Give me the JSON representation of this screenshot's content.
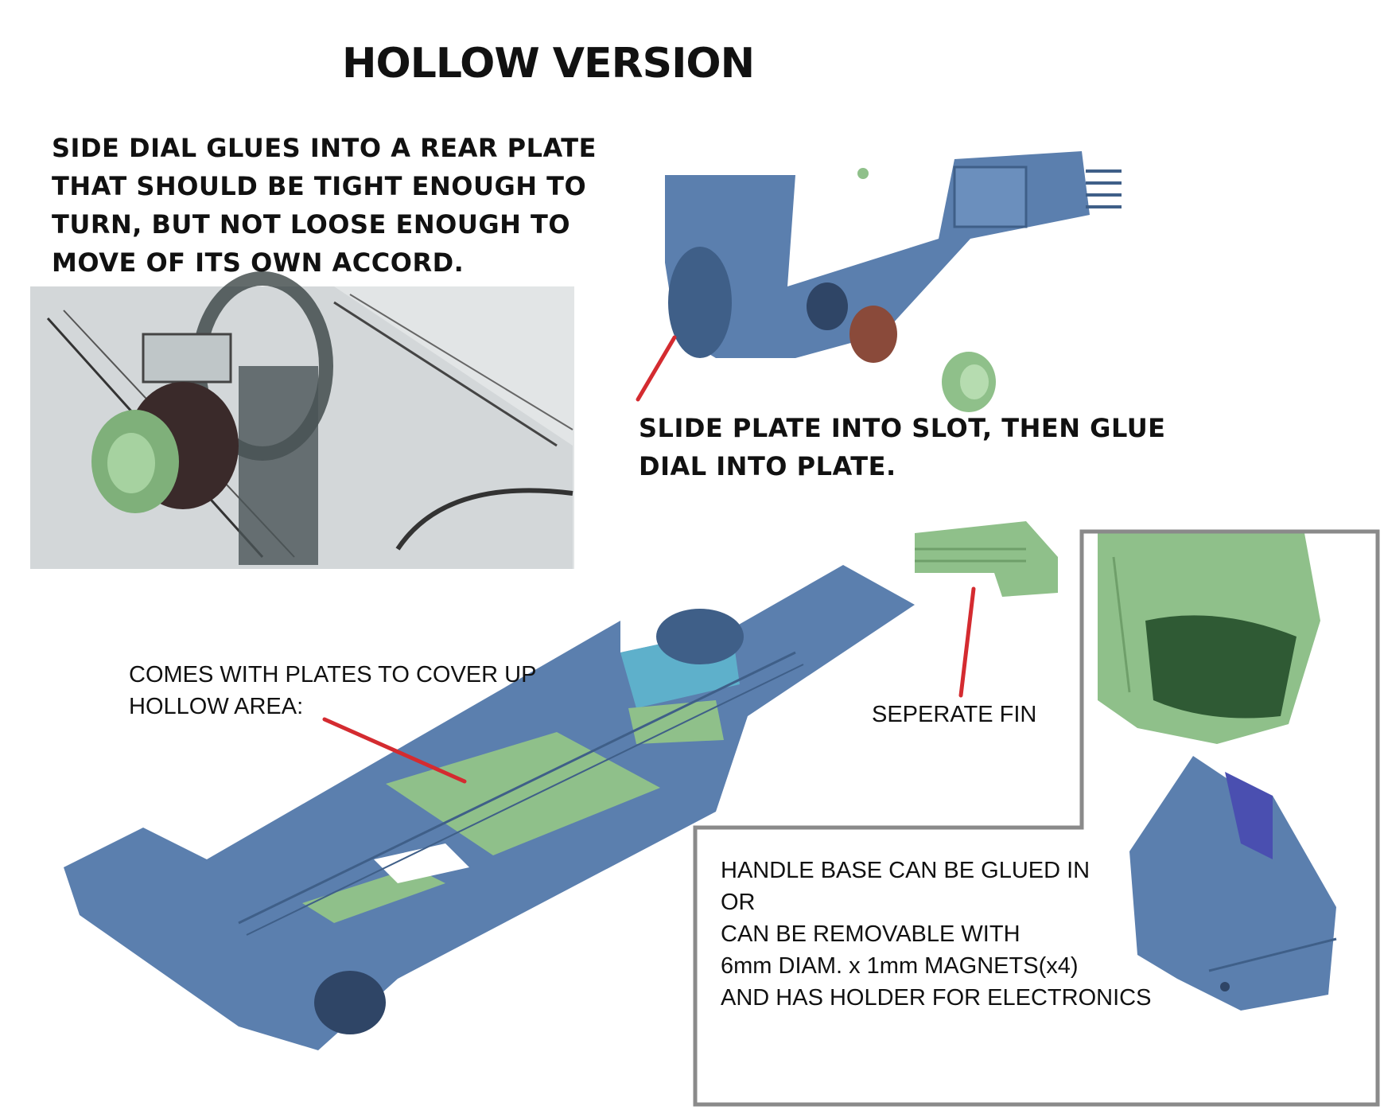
{
  "title": "HOLLOW VERSION",
  "side_dial_note": [
    "SIDE DIAL GLUES INTO A REAR PLATE",
    "THAT SHOULD BE TIGHT ENOUGH TO",
    "TURN, BUT NOT LOOSE ENOUGH TO",
    "MOVE OF ITS OWN ACCORD."
  ],
  "slide_plate_note": [
    "SLIDE PLATE INTO SLOT, THEN GLUE",
    "DIAL INTO PLATE."
  ],
  "plates_note": [
    "COMES WITH PLATES TO COVER UP",
    "HOLLOW AREA:"
  ],
  "fin_note": "SEPERATE FIN",
  "handle_note": [
    "HANDLE BASE CAN BE GLUED IN",
    "OR",
    "CAN BE REMOVABLE WITH",
    "6mm DIAM. x 1mm MAGNETS(x4)",
    "AND HAS HOLDER FOR ELECTRONICS"
  ],
  "colors": {
    "part_blue": "#5b7fae",
    "part_green": "#8fc08a",
    "part_brown": "#8a4a3a",
    "pointer_red": "#d42b30",
    "frame_gray": "#8a8a8a"
  }
}
